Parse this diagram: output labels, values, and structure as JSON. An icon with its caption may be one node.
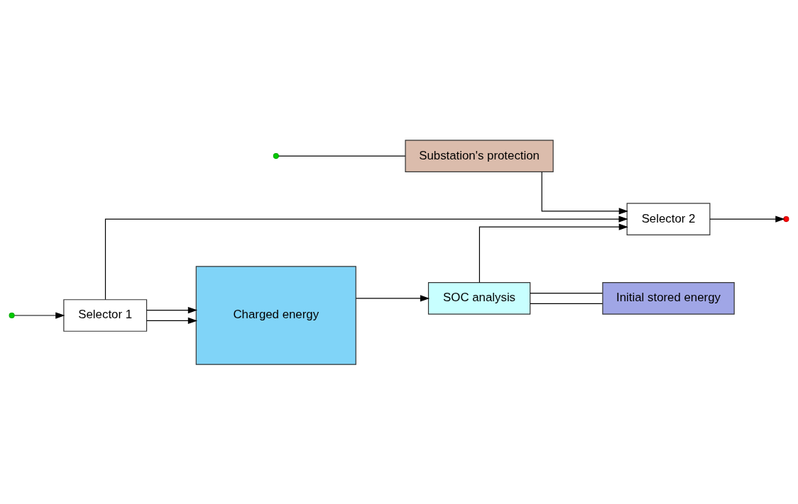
{
  "diagram": {
    "nodes": [
      {
        "text": [
          "Selector 1"
        ]
      },
      {
        "text": [
          "Initial stored energy"
        ]
      },
      {
        "text": [
          "Charged energy"
        ]
      },
      {
        "text": [
          "SOC analysis"
        ]
      },
      {
        "text": [
          "Selector 2"
        ]
      },
      {
        "text": [
          "Substation's protection"
        ]
      }
    ],
    "edges": [
      {
        "from": null,
        "to": 0,
        "arrow": "to"
      },
      {
        "from": 0,
        "to": 4,
        "arrow": "to"
      },
      {
        "from": 0,
        "to": 2,
        "arrow": "to"
      },
      {
        "from": 0,
        "to": 2,
        "arrow": "to"
      },
      {
        "from": null,
        "to": 5,
        "arrow": "none"
      },
      {
        "from": 5,
        "to": 4,
        "arrow": "to"
      },
      {
        "from": 2,
        "to": 3,
        "arrow": "to"
      },
      {
        "from": 1,
        "to": 3,
        "arrow": "none"
      },
      {
        "from": 3,
        "to": 1,
        "arrow": "none"
      },
      {
        "from": 3,
        "to": 4,
        "arrow": "to"
      },
      {
        "from": 4,
        "to": null,
        "arrow": "to"
      }
    ]
  }
}
